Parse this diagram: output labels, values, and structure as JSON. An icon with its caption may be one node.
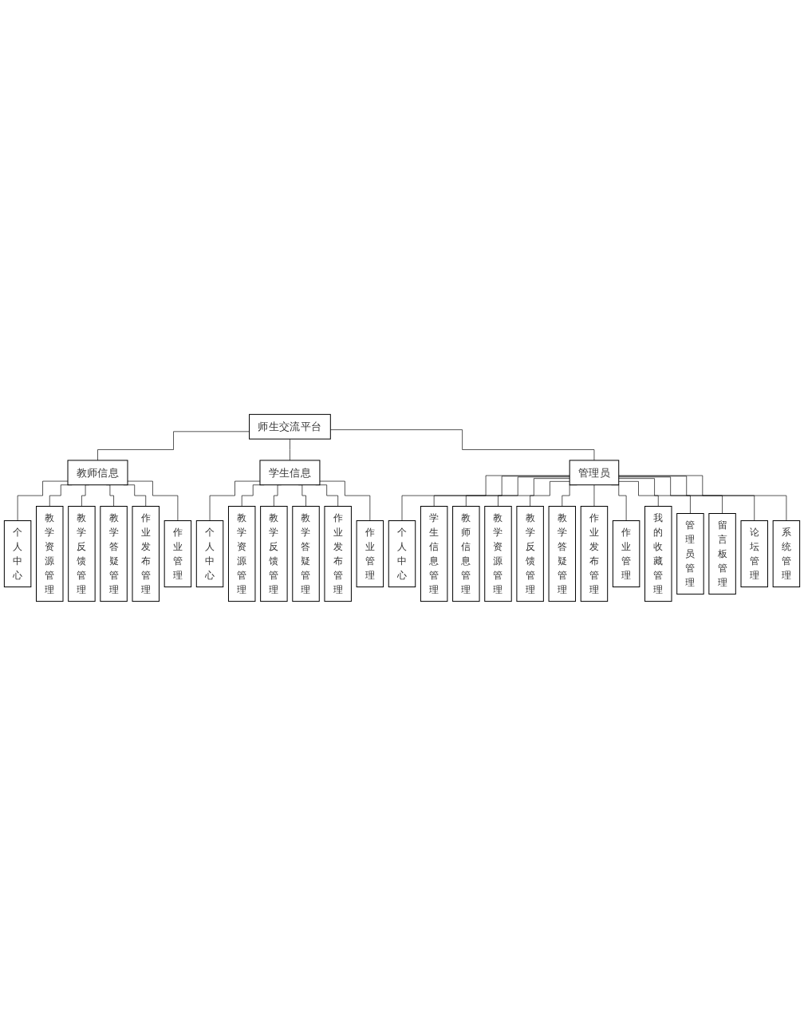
{
  "diagram": {
    "nodes": [
      {
        "text": [
          "师生交流平台"
        ]
      },
      {
        "text": [
          "教师信息"
        ]
      },
      {
        "text": [
          "个人中心"
        ]
      },
      {
        "text": [
          "教学资源管理"
        ]
      },
      {
        "text": [
          "教学反馈管理"
        ]
      },
      {
        "text": [
          "教学答疑管理"
        ]
      },
      {
        "text": [
          "作业发布管理"
        ]
      },
      {
        "text": [
          "作业管理"
        ]
      },
      {
        "text": [
          "学生信息"
        ]
      },
      {
        "text": [
          "个人中心"
        ]
      },
      {
        "text": [
          "教学资源管理"
        ]
      },
      {
        "text": [
          "教学反馈管理"
        ]
      },
      {
        "text": [
          "教学答疑管理"
        ]
      },
      {
        "text": [
          "作业发布管理"
        ]
      },
      {
        "text": [
          "作业管理"
        ]
      },
      {
        "text": [
          "管理员"
        ]
      },
      {
        "text": [
          "个人中心"
        ]
      },
      {
        "text": [
          "学生信息管理"
        ]
      },
      {
        "text": [
          "教师信息管理"
        ]
      },
      {
        "text": [
          "教学资源管理"
        ]
      },
      {
        "text": [
          "教学反馈管理"
        ]
      },
      {
        "text": [
          "教学答疑管理"
        ]
      },
      {
        "text": [
          "作业发布管理"
        ]
      },
      {
        "text": [
          "作业管理"
        ]
      },
      {
        "text": [
          "我的收藏管理"
        ]
      },
      {
        "text": [
          "管理员管理"
        ]
      },
      {
        "text": [
          "留言板管理"
        ]
      },
      {
        "text": [
          "论坛管理"
        ]
      },
      {
        "text": [
          "系统管理"
        ]
      }
    ],
    "edges": [
      {
        "from": 0,
        "to": 1,
        "arrow": "none"
      },
      {
        "from": 0,
        "to": 8,
        "arrow": "none"
      },
      {
        "from": 0,
        "to": 15,
        "arrow": "none"
      },
      {
        "from": 1,
        "to": 2,
        "arrow": "none"
      },
      {
        "from": 1,
        "to": 3,
        "arrow": "none"
      },
      {
        "from": 1,
        "to": 4,
        "arrow": "none"
      },
      {
        "from": 1,
        "to": 5,
        "arrow": "none"
      },
      {
        "from": 1,
        "to": 6,
        "arrow": "none"
      },
      {
        "from": 1,
        "to": 7,
        "arrow": "none"
      },
      {
        "from": 8,
        "to": 9,
        "arrow": "none"
      },
      {
        "from": 8,
        "to": 10,
        "arrow": "none"
      },
      {
        "from": 8,
        "to": 11,
        "arrow": "none"
      },
      {
        "from": 8,
        "to": 12,
        "arrow": "none"
      },
      {
        "from": 8,
        "to": 13,
        "arrow": "none"
      },
      {
        "from": 8,
        "to": 14,
        "arrow": "none"
      },
      {
        "from": 15,
        "to": 16,
        "arrow": "none"
      },
      {
        "from": 15,
        "to": 17,
        "arrow": "none"
      },
      {
        "from": 15,
        "to": 18,
        "arrow": "none"
      },
      {
        "from": 15,
        "to": 19,
        "arrow": "none"
      },
      {
        "from": 15,
        "to": 20,
        "arrow": "none"
      },
      {
        "from": 15,
        "to": 21,
        "arrow": "none"
      },
      {
        "from": 15,
        "to": 22,
        "arrow": "none"
      },
      {
        "from": 15,
        "to": 23,
        "arrow": "none"
      },
      {
        "from": 15,
        "to": 24,
        "arrow": "none"
      },
      {
        "from": 15,
        "to": 25,
        "arrow": "none"
      },
      {
        "from": 15,
        "to": 26,
        "arrow": "none"
      },
      {
        "from": 15,
        "to": 27,
        "arrow": "none"
      },
      {
        "from": 15,
        "to": 28,
        "arrow": "none"
      }
    ]
  }
}
